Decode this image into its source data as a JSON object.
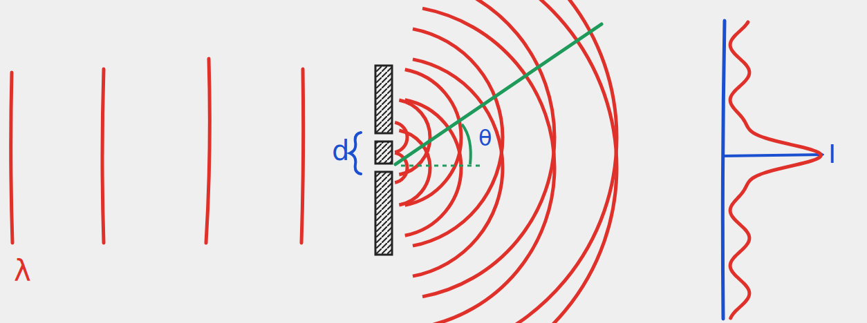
{
  "diagram": {
    "labels": [
      "λ",
      "d",
      "θ",
      "I"
    ]
  }
}
